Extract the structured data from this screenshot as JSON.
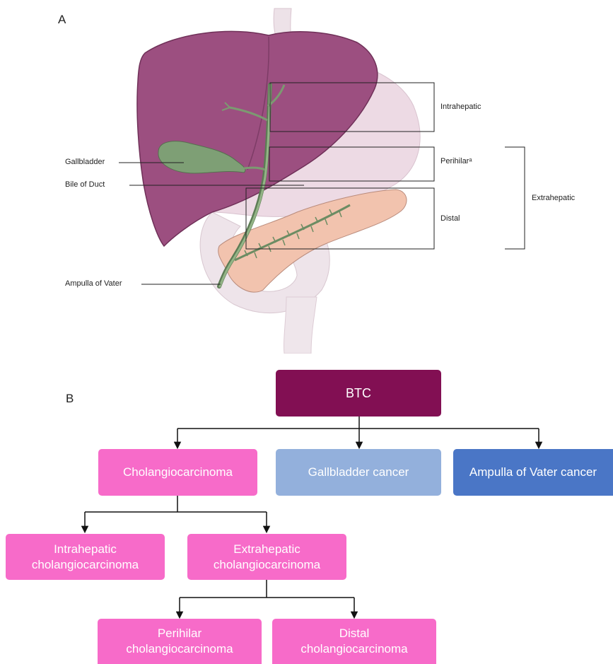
{
  "panels": {
    "a": "A",
    "b": "B"
  },
  "anatomy": {
    "labels": {
      "gallbladder": "Gallbladder",
      "bile_duct": "Bile of Duct",
      "ampulla": "Ampulla of Vater",
      "intrahepatic": "Intrahepatic",
      "perihilar": "Perihilarᵃ",
      "distal": "Distal",
      "extrahepatic": "Extrahepatic"
    }
  },
  "tree": {
    "root": "BTC",
    "level1": [
      "Cholangiocarcinoma",
      "Gallbladder cancer",
      "Ampulla of Vater cancer"
    ],
    "level2": [
      "Intrahepatic cholangiocarcinoma",
      "Extrahepatic cholangiocarcinoma"
    ],
    "level3": [
      "Perihilar cholangiocarcinoma",
      "Distal cholangiocarcinoma"
    ]
  },
  "colors": {
    "root": "#820f53",
    "pink": "#f76bc9",
    "gallbladder_box": "#93b0dc",
    "ampulla_box": "#4a76c6",
    "liver": "#9c4f80",
    "duct": "#7b9b71",
    "pancreas": "#f2c3ae",
    "stomach": "#eedbe5"
  }
}
